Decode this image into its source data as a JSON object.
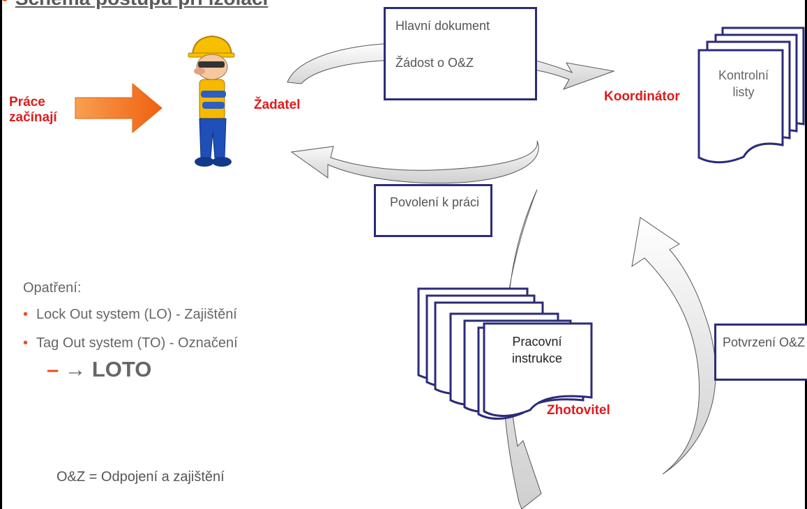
{
  "title": "Schéma postupu při izolaci",
  "start_label": "Práce začínají",
  "roles": {
    "requester": "Žadatel",
    "coordinator": "Koordinátor",
    "contractor": "Zhotovitel"
  },
  "boxes": {
    "main_doc_line1": "Hlavní dokument",
    "main_doc_line2": "Žádost o O&Z",
    "checklists": "Kontrolní listy",
    "permit": "Povolení k práci",
    "confirmation": "Potvrzení O&Z",
    "instructions": "Pracovní instrukce"
  },
  "measures": {
    "heading": "Opatření:",
    "items": [
      "Lock Out system (LO) - Zajištění",
      "Tag Out system (TO) - Označení"
    ],
    "result": "LOTO",
    "result_prefix": "–",
    "result_arrow": "→"
  },
  "footnote": "O&Z = Odpojení a zajištění",
  "colors": {
    "box_border": "#2b2b7a",
    "role_text": "#e01b1b",
    "accent": "#f07020"
  }
}
